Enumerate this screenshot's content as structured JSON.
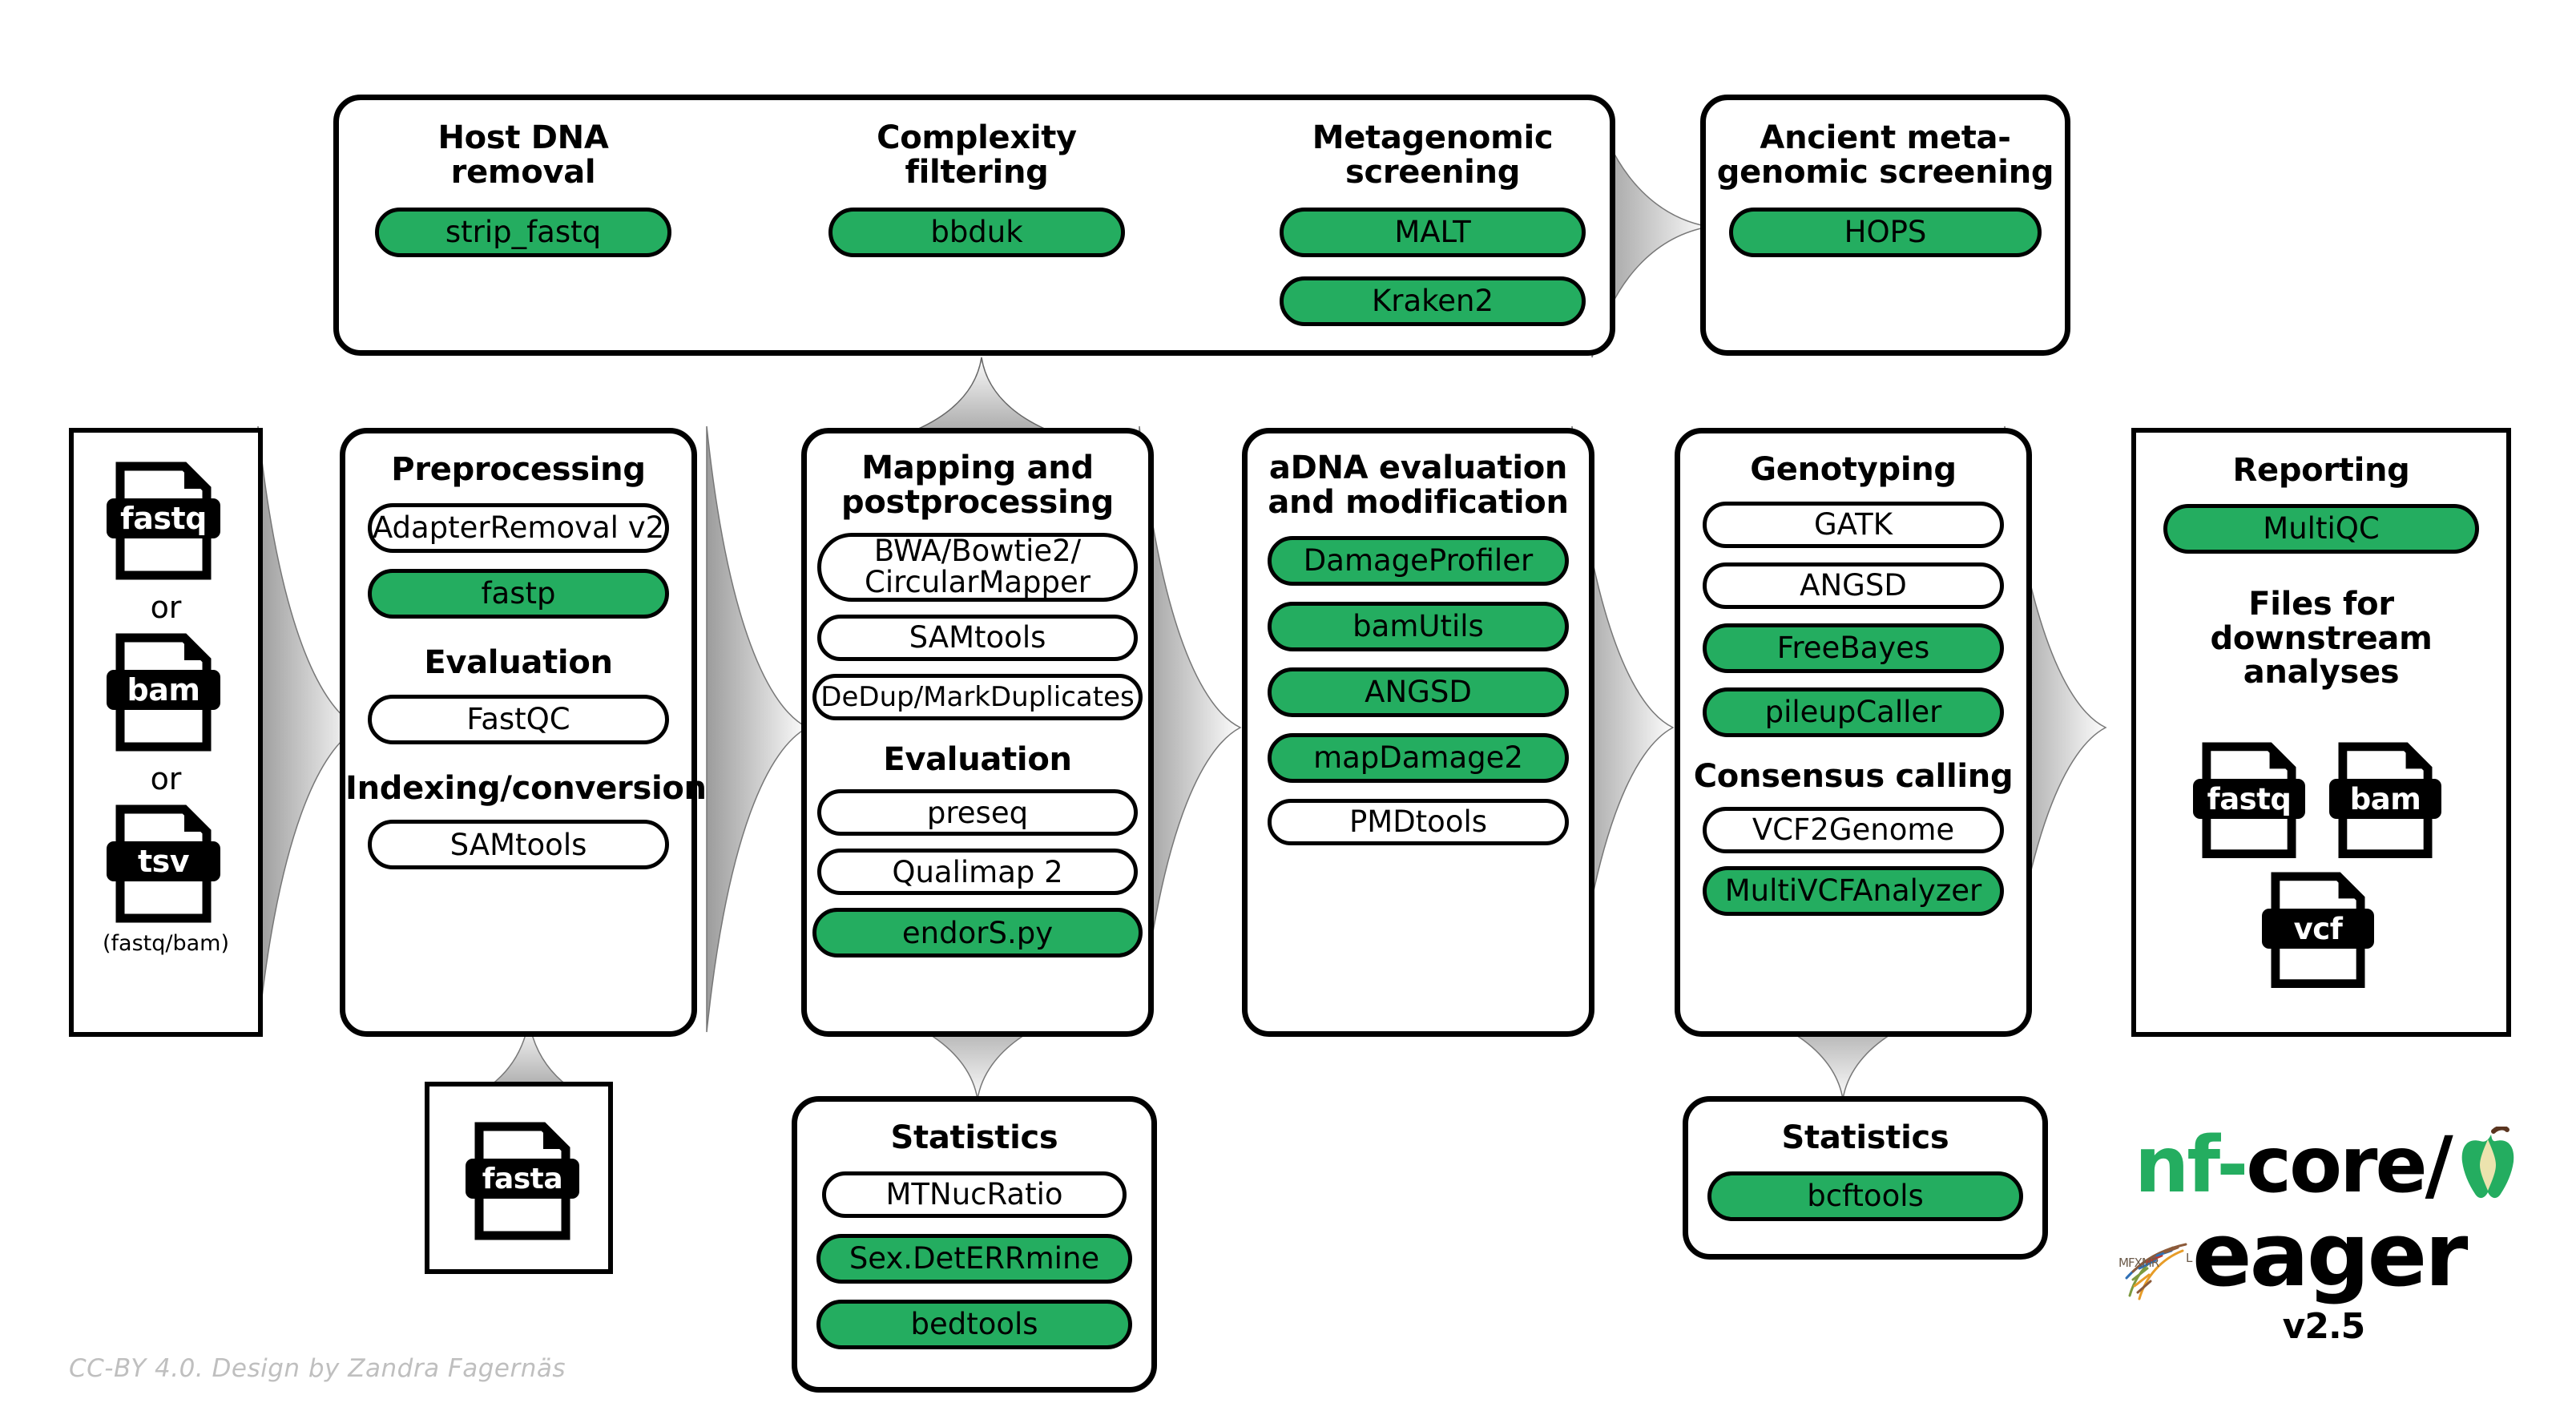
{
  "diagram": {
    "title": "nf-core/eager pipeline overview",
    "accent_green": "#24ad60",
    "credit": "CC-BY 4.0. Design by Zandra Fagernäs"
  },
  "logo": {
    "nf": "nf-",
    "core": "core/",
    "eager": "eager",
    "version": "v2.5",
    "apple_icon": "apple-core-icon",
    "dna_icon": "dna-helix-icon"
  },
  "input": {
    "files": [
      {
        "label": "fastq",
        "icon": "file-fastq-icon"
      },
      {
        "label": "bam",
        "icon": "file-bam-icon"
      },
      {
        "label": "tsv",
        "icon": "file-tsv-icon"
      }
    ],
    "or_1": "or",
    "or_2": "or",
    "tsv_note": "(fastq/bam)"
  },
  "reference": {
    "file": {
      "label": "fasta",
      "icon": "file-fasta-icon"
    }
  },
  "top_row": {
    "groups": [
      {
        "title": "Host DNA\nremoval",
        "tools": [
          {
            "name": "strip_fastq",
            "green": true
          }
        ]
      },
      {
        "title": "Complexity\nfiltering",
        "tools": [
          {
            "name": "bbduk",
            "green": true
          }
        ]
      },
      {
        "title": "Metagenomic\nscreening",
        "tools": [
          {
            "name": "MALT",
            "green": true
          },
          {
            "name": "Kraken2",
            "green": true
          }
        ]
      }
    ]
  },
  "ancient_screening": {
    "title": "Ancient meta-\ngenomic screening",
    "tools": [
      {
        "name": "HOPS",
        "green": true
      }
    ]
  },
  "main_row": {
    "preprocessing": {
      "title": "Preprocessing",
      "tools": [
        {
          "name": "AdapterRemoval v2",
          "green": false
        },
        {
          "name": "fastp",
          "green": true
        }
      ],
      "subsections": [
        {
          "title": "Evaluation",
          "tools": [
            {
              "name": "FastQC",
              "green": false
            }
          ]
        },
        {
          "title": "Indexing/conversion",
          "tools": [
            {
              "name": "SAMtools",
              "green": false
            }
          ]
        }
      ]
    },
    "mapping": {
      "title": "Mapping and\npostprocessing",
      "tools": [
        {
          "name": "BWA/Bowtie2/\nCircularMapper",
          "green": false
        },
        {
          "name": "SAMtools",
          "green": false
        },
        {
          "name": "DeDup/MarkDuplicates",
          "green": false
        }
      ],
      "subsections": [
        {
          "title": "Evaluation",
          "tools": [
            {
              "name": "preseq",
              "green": false
            },
            {
              "name": "Qualimap 2",
              "green": false
            },
            {
              "name": "endorS.py",
              "green": true
            }
          ]
        }
      ]
    },
    "adna": {
      "title": "aDNA evaluation\nand modification",
      "tools": [
        {
          "name": "DamageProfiler",
          "green": true
        },
        {
          "name": "bamUtils",
          "green": true
        },
        {
          "name": "ANGSD",
          "green": true
        },
        {
          "name": "mapDamage2",
          "green": true
        },
        {
          "name": "PMDtools",
          "green": false
        }
      ],
      "subsections": []
    },
    "genotyping": {
      "title": "Genotyping",
      "tools": [
        {
          "name": "GATK",
          "green": false
        },
        {
          "name": "ANGSD",
          "green": false
        },
        {
          "name": "FreeBayes",
          "green": true
        },
        {
          "name": "pileupCaller",
          "green": true
        }
      ],
      "subsections": [
        {
          "title": "Consensus calling",
          "tools": [
            {
              "name": "VCF2Genome",
              "green": false
            },
            {
              "name": "MultiVCFAnalyzer",
              "green": true
            }
          ]
        }
      ]
    },
    "reporting": {
      "title": "Reporting",
      "tools": [
        {
          "name": "MultiQC",
          "green": true
        }
      ],
      "downstream_title": "Files for downstream\nanalyses",
      "files": [
        {
          "label": "fastq",
          "icon": "file-fastq-icon"
        },
        {
          "label": "bam",
          "icon": "file-bam-icon"
        },
        {
          "label": "vcf",
          "icon": "file-vcf-icon"
        }
      ]
    }
  },
  "bottom_row": {
    "statistics_mapping": {
      "title": "Statistics",
      "tools": [
        {
          "name": "MTNucRatio",
          "green": false
        },
        {
          "name": "Sex.DetERRmine",
          "green": true
        },
        {
          "name": "bedtools",
          "green": true
        }
      ]
    },
    "statistics_genotyping": {
      "title": "Statistics",
      "tools": [
        {
          "name": "bcftools",
          "green": true
        }
      ]
    }
  }
}
